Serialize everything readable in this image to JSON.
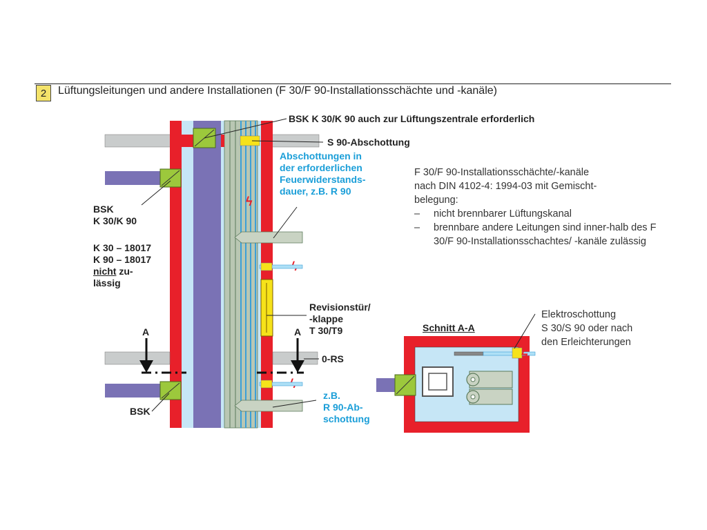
{
  "header": {
    "number": "2",
    "title": "Lüftungsleitungen und andere Installationen (F 30/F 90-Installationsschächte und -kanäle)"
  },
  "labels": {
    "bsk_top": "BSK K 30/K 90 auch zur Lüftungszentrale erforderlich",
    "s90": "S 90-Abschottung",
    "abschottungen": [
      "Abschottungen in",
      "der erforderlichen",
      "Feuerwiderstands-",
      "dauer, z.B. R 90"
    ],
    "bsk_left": [
      "BSK",
      "K 30/K 90"
    ],
    "k30": "K 30 – 18017",
    "k90": "K 90 – 18017",
    "nicht": "nicht",
    "zu": " zu-",
    "laessig": "lässig",
    "revision": [
      "Revisionstür/",
      "-klappe",
      "T 30/T9"
    ],
    "a_left": "A",
    "a_right": "A",
    "ors": "0-RS",
    "zb": [
      "z.B.",
      "R 90-Ab-",
      "schottung"
    ],
    "bsk_bottom": "BSK",
    "schnitt": "Schnitt A-A",
    "elektro": [
      "Elektroschottung",
      "S 30/S 90 oder nach",
      "den Erleichterungen"
    ]
  },
  "note": {
    "lines": [
      "F 30/F 90-Installationsschächte/-kanäle",
      "nach DIN 4102-4: 1994-03 mit Gemischt-",
      "belegung:"
    ],
    "items": [
      {
        "dash": "–",
        "text": "nicht brennbarer Lüftungskanal"
      },
      {
        "dash": "–",
        "text": "brennbare andere Leitungen sind inner-halb des F 30/F 90-Installationsschachtes/ -kanäle zulässig"
      }
    ]
  },
  "colors": {
    "wall_red": "#e8202a",
    "duct_purple": "#7a72b5",
    "shaft_lightblue": "#c6e6f6",
    "pipe_gray": "#c9cccc",
    "bsk_green": "#9cc83c",
    "text_blue": "#1a9ed8",
    "seal_yellow": "#f6e21a"
  }
}
